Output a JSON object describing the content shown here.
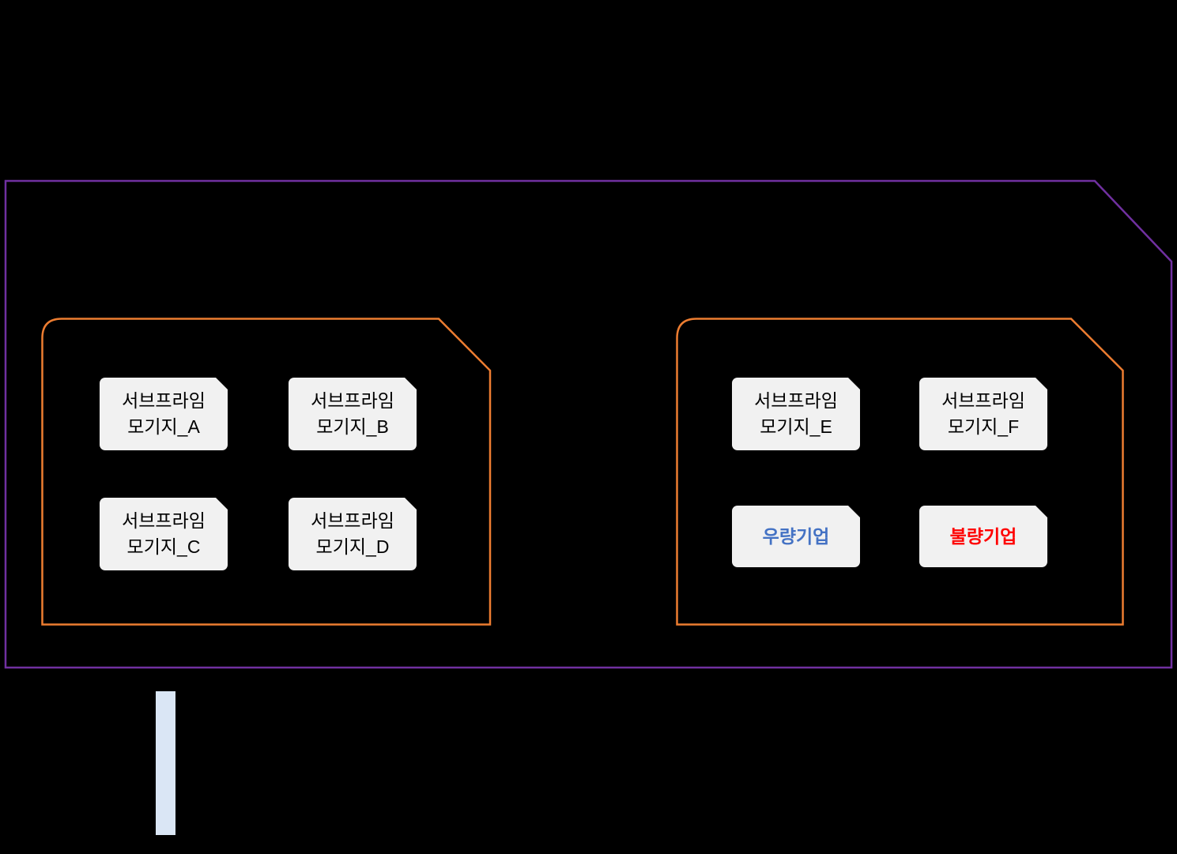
{
  "diagram": {
    "background_color": "#000000",
    "outer_container": {
      "name": "outer-purple-container",
      "stroke_color": "#7030A0",
      "fold_corner": "top-right"
    },
    "groups": [
      {
        "id": "group-left",
        "stroke_color": "#ED7D31",
        "fold_corner": "top-right",
        "cards": [
          {
            "id": "card-a",
            "line1": "서브프라임",
            "line2": "모기지_A",
            "text_color": "#000000",
            "bg_color": "#F1F1F1"
          },
          {
            "id": "card-b",
            "line1": "서브프라임",
            "line2": "모기지_B",
            "text_color": "#000000",
            "bg_color": "#F1F1F1"
          },
          {
            "id": "card-c",
            "line1": "서브프라임",
            "line2": "모기지_C",
            "text_color": "#000000",
            "bg_color": "#F1F1F1"
          },
          {
            "id": "card-d",
            "line1": "서브프라임",
            "line2": "모기지_D",
            "text_color": "#000000",
            "bg_color": "#F1F1F1"
          }
        ]
      },
      {
        "id": "group-right",
        "stroke_color": "#ED7D31",
        "fold_corner": "top-right",
        "cards": [
          {
            "id": "card-e",
            "line1": "서브프라임",
            "line2": "모기지_E",
            "text_color": "#000000",
            "bg_color": "#F1F1F1"
          },
          {
            "id": "card-f",
            "line1": "서브프라임",
            "line2": "모기지_F",
            "text_color": "#000000",
            "bg_color": "#F1F1F1"
          },
          {
            "id": "card-good",
            "line1": "우량기업",
            "text_color": "#4472C4",
            "bg_color": "#F1F1F1"
          },
          {
            "id": "card-bad",
            "line1": "불량기업",
            "text_color": "#FF0000",
            "bg_color": "#F1F1F1"
          }
        ]
      }
    ],
    "legend_bar": {
      "name": "legend-bar",
      "color": "#DAE6F5"
    }
  }
}
